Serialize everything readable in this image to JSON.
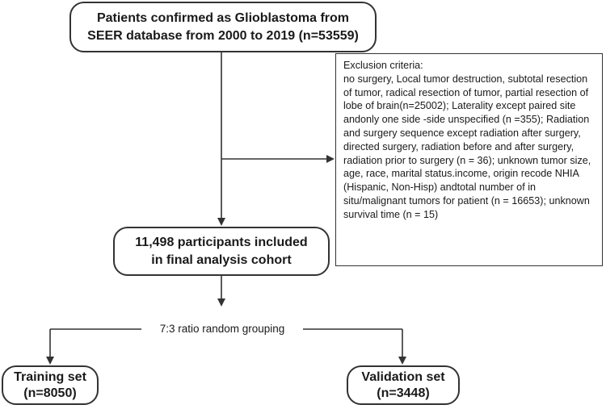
{
  "top_box": {
    "line1": "Patients confirmed as Glioblastoma from",
    "line2": "SEER database from 2000 to 2019 (n=53559)"
  },
  "exclusion_box": {
    "title": "Exclusion criteria:",
    "body": "no surgery, Local tumor destruction, subtotal resection of tumor, radical resection of tumor, partial resection of lobe of brain(n=25002); Laterality except paired site andonly one side -side unspecified (n =355); Radiation and surgery sequence except radiation after surgery, directed surgery, radiation before and after surgery, radiation prior to surgery (n = 36); unknown tumor size, age, race, marital status.income, origin recode NHIA (Hispanic, Non-Hisp) andtotal number of in situ/malignant tumors for patient (n = 16653);  unknown survival time (n = 15)"
  },
  "cohort_box": {
    "line1": "11,498 participants included",
    "line2": "in final analysis cohort"
  },
  "grouping_label": "7:3 ratio random grouping",
  "training_box": {
    "line1": "Training set",
    "line2": "(n=8050)"
  },
  "validation_box": {
    "line1": "Validation set",
    "line2": "(n=3448)"
  }
}
